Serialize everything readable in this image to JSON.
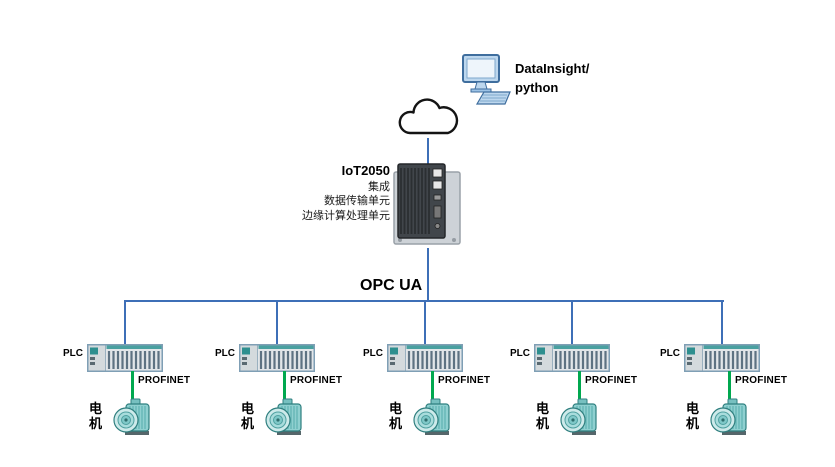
{
  "top": {
    "computer_label_line1": "DataInsight/",
    "computer_label_line2": "python"
  },
  "gateway": {
    "title": "IoT2050",
    "lines": [
      "集成",
      "数据传输单元",
      "边缘计算处理单元"
    ]
  },
  "bus": {
    "label": "OPC UA"
  },
  "branches": [
    {
      "plc": "PLC",
      "fieldbus": "PROFINET",
      "motor": "电机"
    },
    {
      "plc": "PLC",
      "fieldbus": "PROFINET",
      "motor": "电机"
    },
    {
      "plc": "PLC",
      "fieldbus": "PROFINET",
      "motor": "电机"
    },
    {
      "plc": "PLC",
      "fieldbus": "PROFINET",
      "motor": "电机"
    },
    {
      "plc": "PLC",
      "fieldbus": "PROFINET",
      "motor": "电机"
    }
  ],
  "colors": {
    "bus_line": "#3e6fb7",
    "profinet_line": "#00a84f"
  }
}
